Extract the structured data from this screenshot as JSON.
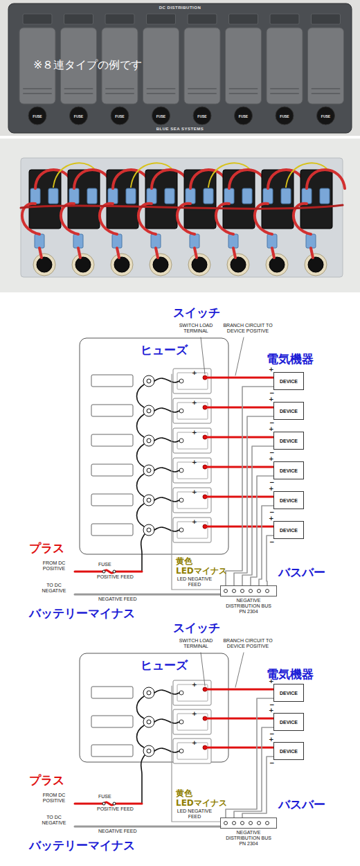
{
  "diagram": {
    "nodes": [
      {
        "text": [
          "DEVICE"
        ]
      },
      {
        "text": [
          "DEVICE"
        ]
      },
      {
        "text": [
          "DEVICE"
        ]
      },
      {
        "text": [
          "DEVICE"
        ]
      },
      {
        "text": [
          "DEVICE"
        ]
      },
      {
        "text": [
          "DEVICE"
        ]
      },
      {
        "text": [
          "NEGATIVE DISTRIBUTION BUS PN 2304"
        ]
      },
      {
        "text": [
          "DEVICE"
        ]
      },
      {
        "text": [
          "DEVICE"
        ]
      },
      {
        "text": [
          "DEVICE"
        ]
      },
      {
        "text": [
          "NEGATIVE DISTRIBUTION BUS PN 2304"
        ]
      }
    ],
    "edges": [
      {
        "from": 0,
        "to": 6,
        "arrow": "none"
      },
      {
        "from": 1,
        "to": 6,
        "arrow": "none"
      },
      {
        "from": 2,
        "to": 6,
        "arrow": "none"
      },
      {
        "from": 3,
        "to": 6,
        "arrow": "none"
      },
      {
        "from": 4,
        "to": 6,
        "arrow": "none"
      },
      {
        "from": 5,
        "to": 6,
        "arrow": "none"
      },
      {
        "from": 7,
        "to": 10,
        "arrow": "none"
      },
      {
        "from": 8,
        "to": 10,
        "arrow": "none"
      },
      {
        "from": 9,
        "to": 10,
        "arrow": "none"
      }
    ],
    "labels": [
      "DC DISTRIBUTION",
      "※８連タイプの例です",
      "FUSE",
      "FUSE",
      "FUSE",
      "FUSE",
      "FUSE",
      "FUSE",
      "FUSE",
      "FUSE",
      "BLUE SEA SYSTEMS",
      "スイッチ",
      "SWITCH LOAD TERMINAL",
      "BRANCH CIRCUIT TO DEVICE POSITIVE",
      "ヒューズ",
      "電気機器",
      "+",
      "+",
      "−",
      "+",
      "+",
      "−",
      "+",
      "+",
      "−",
      "+",
      "+",
      "−",
      "+",
      "+",
      "−",
      "+",
      "+",
      "−",
      "プラス",
      "FROM DC POSITIVE",
      "FUSE",
      "POSITIVE FEED",
      "黄色",
      "LEDマイナス",
      "LED NEGATIVE FEED",
      "バスバー",
      "TO DC NEGATIVE",
      "NEGATIVE FEED",
      "バッテリーマイナス",
      "スイッチ",
      "SWITCH LOAD TERMINAL",
      "BRANCH CIRCUIT TO DEVICE POSITIVE",
      "ヒューズ",
      "電気機器",
      "+",
      "+",
      "−",
      "+",
      "+",
      "−",
      "+",
      "+",
      "−",
      "プラス",
      "FROM DC POSITIVE",
      "FUSE",
      "POSITIVE FEED",
      "黄色",
      "LEDマイナス",
      "LED NEGATIVE FEED",
      "バスバー",
      "TO DC NEGATIVE",
      "NEGATIVE FEED",
      "バッテリーマイナス"
    ]
  }
}
